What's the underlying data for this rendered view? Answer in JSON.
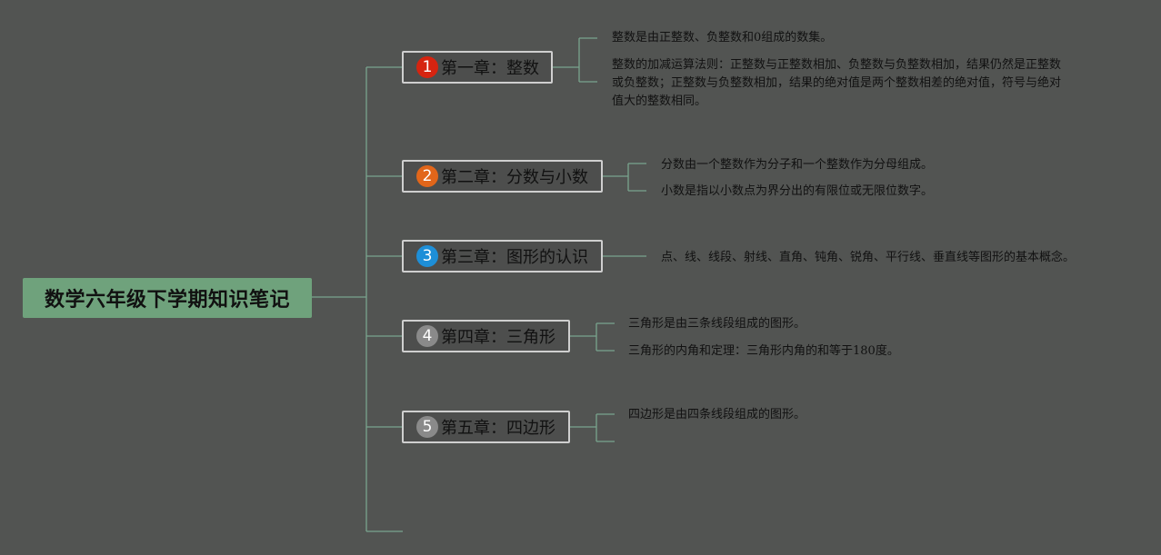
{
  "colors": {
    "background": "#525452",
    "root_fill": "#6fa27c",
    "connector": "#79a48e",
    "chapter_border": "#cfcfcf"
  },
  "root": {
    "title": "数学六年级下学期知识笔记"
  },
  "chapters": [
    {
      "number": "1",
      "badge_color": "#d62410",
      "title": "第一章：整数",
      "notes": [
        "整数是由正整数、负整数和0组成的数集。",
        "整数的加减运算法则：正整数与正整数相加、负整数与负整数相加，结果仍然是正整数或负整数；正整数与负整数相加，结果的绝对值是两个整数相差的绝对值，符号与绝对值大的整数相同。"
      ]
    },
    {
      "number": "2",
      "badge_color": "#e2661a",
      "title": "第二章：分数与小数",
      "notes": [
        "分数由一个整数作为分子和一个整数作为分母组成。",
        "小数是指以小数点为界分出的有限位或无限位数字。"
      ]
    },
    {
      "number": "3",
      "badge_color": "#1e8fd8",
      "title": "第三章：图形的认识",
      "notes": [
        "点、线、线段、射线、直角、钝角、锐角、平行线、垂直线等图形的基本概念。"
      ]
    },
    {
      "number": "4",
      "badge_color": "#8a8a8a",
      "title": "第四章：三角形",
      "notes": [
        "三角形是由三条线段组成的图形。",
        "三角形的内角和定理：三角形内角的和等于180度。"
      ]
    },
    {
      "number": "5",
      "badge_color": "#8a8a8a",
      "title": "第五章：四边形",
      "notes": [
        "四边形是由四条线段组成的图形。"
      ]
    }
  ]
}
